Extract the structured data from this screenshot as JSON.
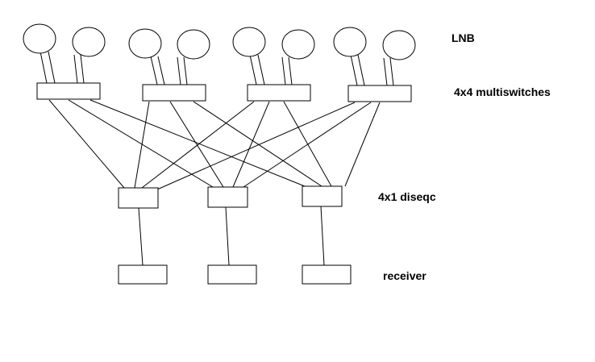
{
  "labels": {
    "lnb": "LNB",
    "multiswitches": "4x4 multiswitches",
    "diseqc": "4x1 diseqc",
    "receiver": "receiver"
  },
  "nodes": {
    "lnb_count": 8,
    "multiswitch_count": 4,
    "diseqc_count": 3,
    "receiver_count": 3
  },
  "colors": {
    "stroke": "#000000",
    "background": "#ffffff"
  }
}
